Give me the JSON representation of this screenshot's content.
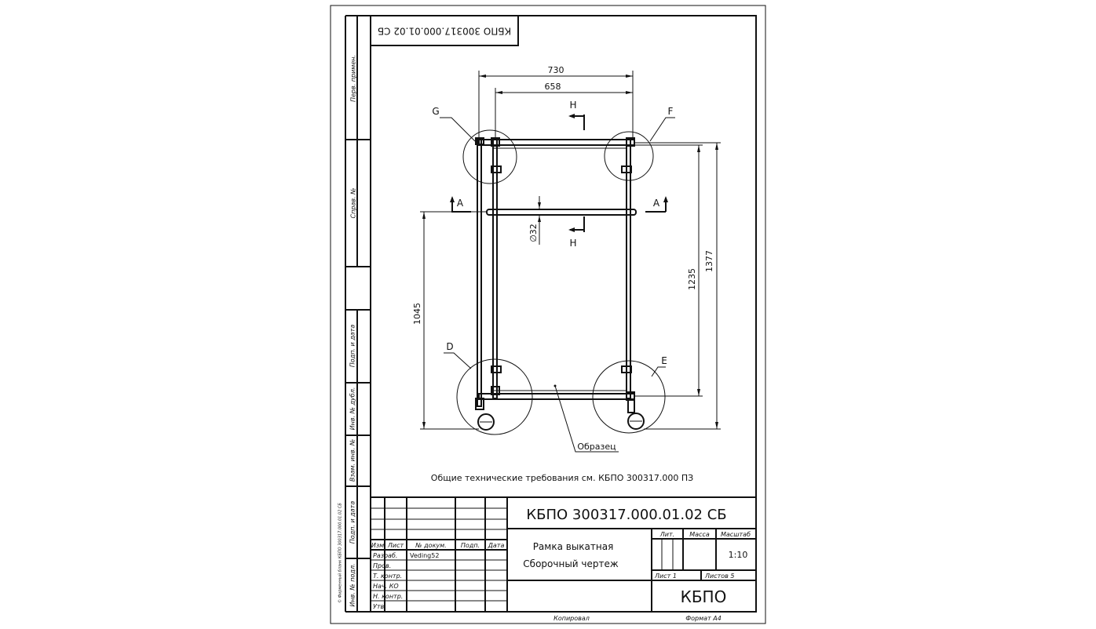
{
  "stamp": {
    "rotated_code": "КБПО 300317.000.01.02 СБ",
    "designation": "КБПО 300317.000.01.02 СБ",
    "name_line1": "Рамка выкатная",
    "name_line2": "Сборочный чертеж",
    "col_headers": {
      "izm": "Изм",
      "list": "Лист",
      "doc_no": "№ докум.",
      "sign": "Подп.",
      "date": "Дата"
    },
    "roles": [
      "Разраб.",
      "Пров.",
      "Т. контр.",
      "Нач. КО",
      "Н. контр.",
      "Утв."
    ],
    "developer": "Veding52",
    "lit_label": "Лит.",
    "mass_label": "Масса",
    "scale_label": "Масштаб",
    "scale_value": "1:10",
    "sheet_label": "Лист 1",
    "sheets_label": "Листов 5",
    "org": "КБПО",
    "copied": "Копировал",
    "format": "Формат А4"
  },
  "side_columns": {
    "perv_primen": "Перв. примен.",
    "sprav_no": "Справ. №",
    "podp_data_1": "Подп. и дата",
    "inv_dubl": "Инв. № дубл.",
    "vzam_inv": "Взам. инв. №",
    "podp_data_2": "Подп. и дата",
    "inv_podl": "Инв. № подл.",
    "tiny_note": "© Фирменный бланк КБПО 300317.000.01.02 СБ"
  },
  "drawing": {
    "dim_730": "730",
    "dim_658": "658",
    "dim_1235": "1235",
    "dim_1377": "1377",
    "dim_1045": "1045",
    "dim_d32": "∅32",
    "label_G": "G",
    "label_F": "F",
    "label_D": "D",
    "label_E": "E",
    "section_A_left": "A",
    "section_A_right": "A",
    "section_H_top": "H",
    "section_H_bottom": "H",
    "sample_label": "Образец",
    "tech_note": "Общие технические требования см. КБПО 300317.000 ПЗ"
  }
}
